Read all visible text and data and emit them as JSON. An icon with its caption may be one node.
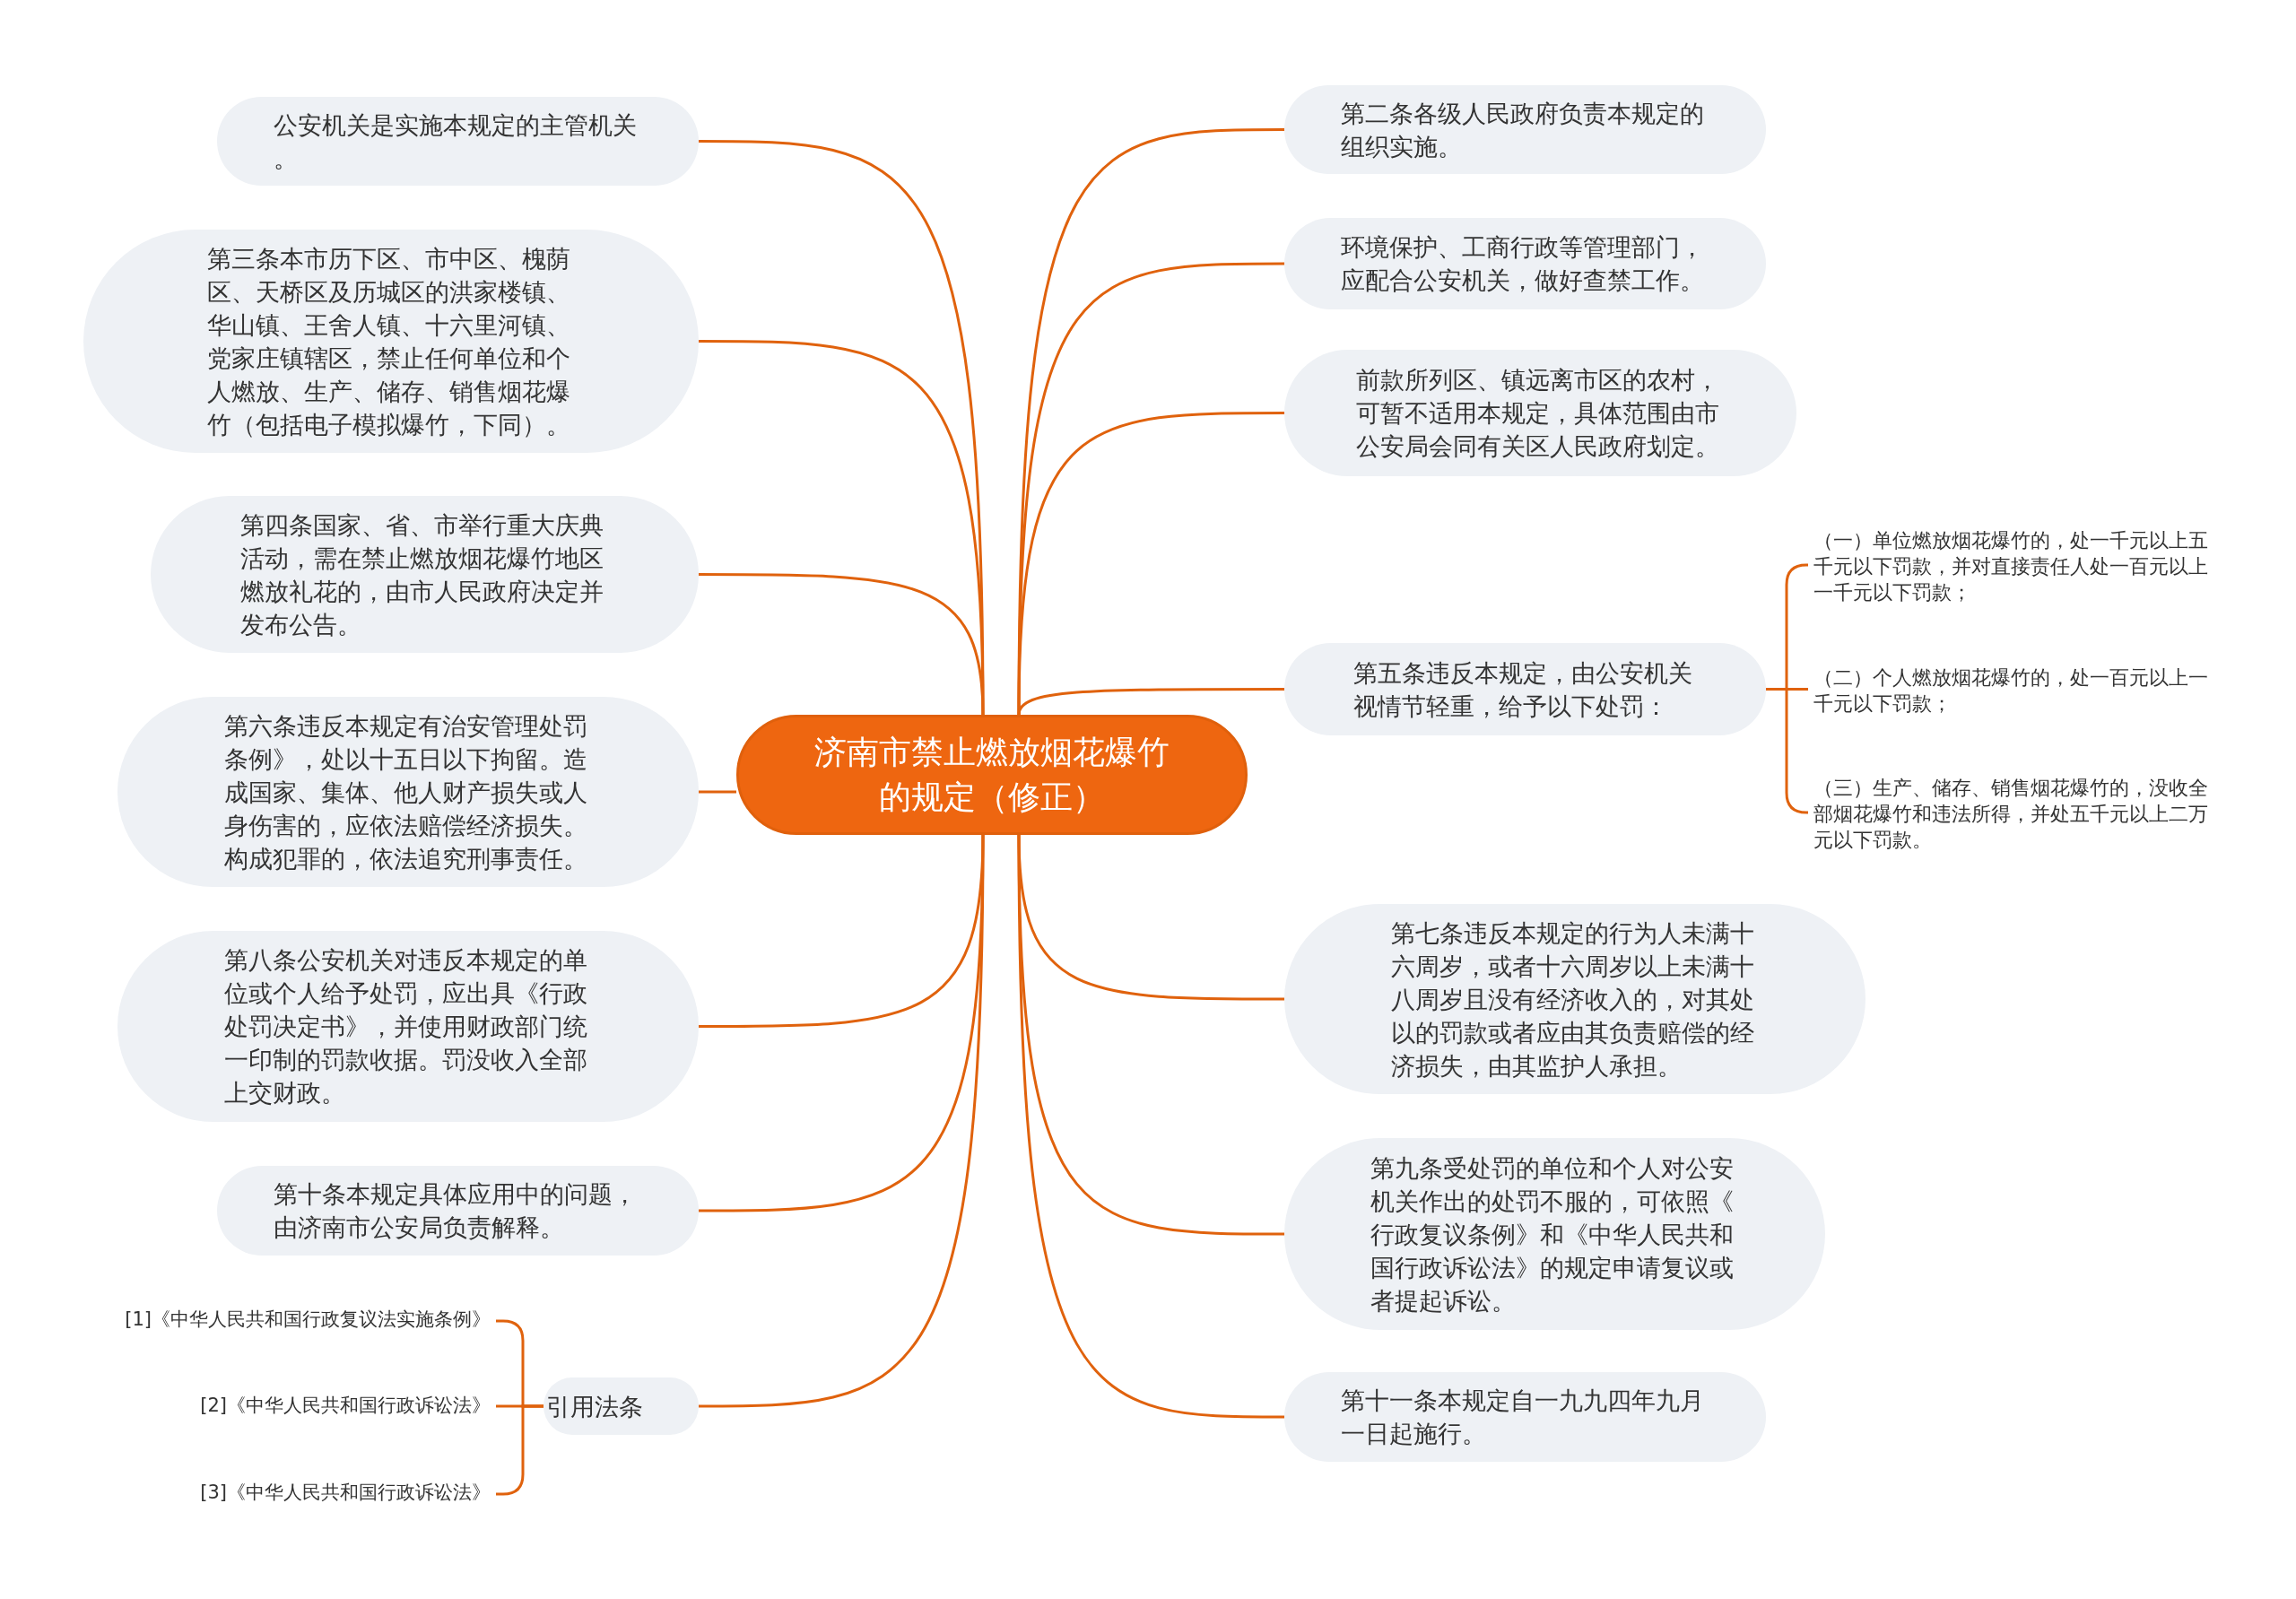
{
  "diagram": {
    "nodes": [
      {
        "text": [
          "济南市禁止燃放烟花爆竹的规定（修正）"
        ]
      },
      {
        "text": [
          "公安机关是实施本规定的主管机关。"
        ]
      },
      {
        "text": [
          "第三条本市历下区、市中区、槐荫区、天桥区及历城区的洪家楼镇、华山镇、王舍人镇、十六里河镇、党家庄镇辖区，禁止任何单位和个人燃放、生产、储存、销售烟花爆竹（包括电子模拟爆竹，下同）。"
        ]
      },
      {
        "text": [
          "第四条国家、省、市举行重大庆典活动，需在禁止燃放烟花爆竹地区燃放礼花的，由市人民政府决定并发布公告。"
        ]
      },
      {
        "text": [
          "第六条违反本规定有治安管理处罚条例》，处以十五日以下拘留。造成国家、集体、他人财产损失或人身伤害的，应依法赔偿经济损失。构成犯罪的，依法追究刑事责任。"
        ]
      },
      {
        "text": [
          "第八条公安机关对违反本规定的单位或个人给予处罚，应出具《行政处罚决定书》，并使用财政部门统一印制的罚款收据。罚没收入全部上交财政。"
        ]
      },
      {
        "text": [
          "第十条本规定具体应用中的问题，由济南市公安局负责解释。"
        ]
      },
      {
        "text": [
          "引用法条"
        ]
      },
      {
        "text": [
          "[1]《中华人民共和国行政复议法实施条例》"
        ]
      },
      {
        "text": [
          "[2]《中华人民共和国行政诉讼法》"
        ]
      },
      {
        "text": [
          "[3]《中华人民共和国行政诉讼法》"
        ]
      },
      {
        "text": [
          "第二条各级人民政府负责本规定的组织实施。"
        ]
      },
      {
        "text": [
          "环境保护、工商行政等管理部门，应配合公安机关，做好查禁工作。"
        ]
      },
      {
        "text": [
          "前款所列区、镇远离市区的农村，可暂不适用本规定，具体范围由市公安局会同有关区人民政府划定。"
        ]
      },
      {
        "text": [
          "第五条违反本规定，由公安机关视情节轻重，给予以下处罚："
        ]
      },
      {
        "text": [
          "（一）单位燃放烟花爆竹的，处一千元以上五千元以下罚款，并对直接责任人处一百元以上一千元以下罚款；"
        ]
      },
      {
        "text": [
          "（二）个人燃放烟花爆竹的，处一百元以上一千元以下罚款；"
        ]
      },
      {
        "text": [
          "（三）生产、储存、销售烟花爆竹的，没收全部烟花爆竹和违法所得，并处五千元以上二万元以下罚款。"
        ]
      },
      {
        "text": [
          "第七条违反本规定的行为人未满十六周岁，或者十六周岁以上未满十八周岁且没有经济收入的，对其处以的罚款或者应由其负责赔偿的经济损失，由其监护人承担。"
        ]
      },
      {
        "text": [
          "第九条受处罚的单位和个人对公安机关作出的处罚不服的，可依照《行政复议条例》和《中华人民共和国行政诉讼法》的规定申请复议或者提起诉讼。"
        ]
      },
      {
        "text": [
          "第十一条本规定自一九九四年九月一日起施行。"
        ]
      }
    ],
    "edges": [
      {
        "from": 0,
        "to": 1,
        "arrow": "none"
      },
      {
        "from": 0,
        "to": 2,
        "arrow": "none"
      },
      {
        "from": 0,
        "to": 3,
        "arrow": "none"
      },
      {
        "from": 0,
        "to": 4,
        "arrow": "none"
      },
      {
        "from": 0,
        "to": 5,
        "arrow": "none"
      },
      {
        "from": 0,
        "to": 6,
        "arrow": "none"
      },
      {
        "from": 0,
        "to": 7,
        "arrow": "none"
      },
      {
        "from": 7,
        "to": 8,
        "arrow": "none"
      },
      {
        "from": 7,
        "to": 9,
        "arrow": "none"
      },
      {
        "from": 7,
        "to": 10,
        "arrow": "none"
      },
      {
        "from": 0,
        "to": 11,
        "arrow": "none"
      },
      {
        "from": 0,
        "to": 12,
        "arrow": "none"
      },
      {
        "from": 0,
        "to": 13,
        "arrow": "none"
      },
      {
        "from": 0,
        "to": 14,
        "arrow": "none"
      },
      {
        "from": 14,
        "to": 15,
        "arrow": "none"
      },
      {
        "from": 14,
        "to": 16,
        "arrow": "none"
      },
      {
        "from": 14,
        "to": 17,
        "arrow": "none"
      },
      {
        "from": 0,
        "to": 18,
        "arrow": "none"
      },
      {
        "from": 0,
        "to": 19,
        "arrow": "none"
      },
      {
        "from": 0,
        "to": 20,
        "arrow": "none"
      }
    ]
  }
}
